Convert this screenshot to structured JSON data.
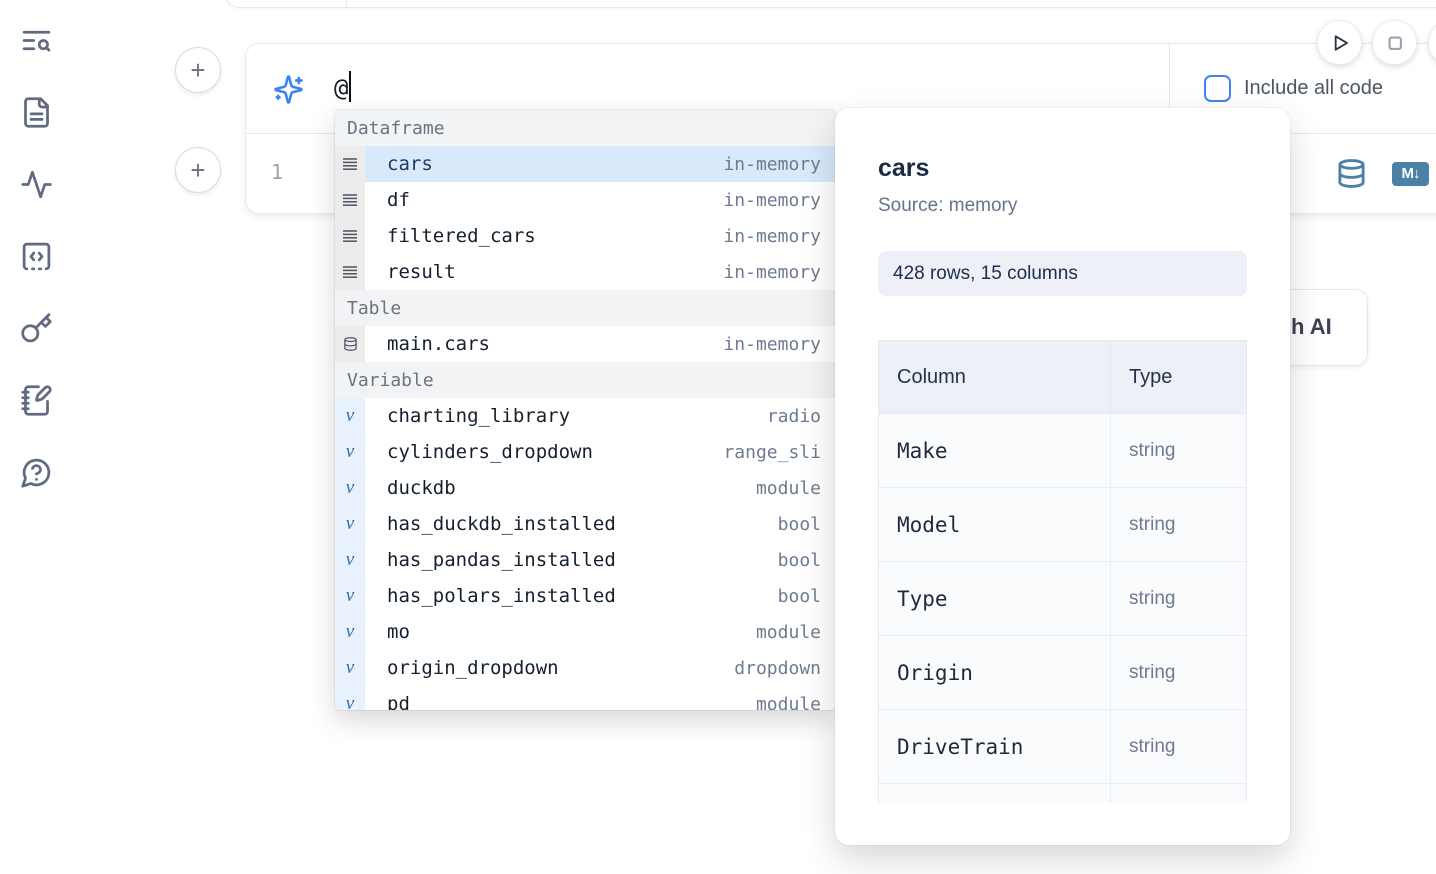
{
  "colors": {
    "accent_blue": "#3f83f8",
    "steel_blue": "#4d80a6",
    "sidebar_icon": "#5f6b81",
    "selected_row_bg": "#d8e9fb",
    "selected_row_text": "#1b3a66",
    "section_header_bg": "#f2f3f5",
    "pill_bg": "#edf1f7"
  },
  "sidebar": {
    "items": [
      {
        "icon": "text-search-icon"
      },
      {
        "icon": "file-text-icon"
      },
      {
        "icon": "activity-icon"
      },
      {
        "icon": "code-square-icon"
      },
      {
        "icon": "key-icon"
      },
      {
        "icon": "notebook-pen-icon"
      },
      {
        "icon": "help-bubble-icon"
      }
    ]
  },
  "add_cell": {
    "label": "+"
  },
  "run_controls": {
    "play_icon": "play-icon",
    "stop_icon": "stop-icon"
  },
  "prompt": {
    "value": "@",
    "include_all_code_label": "Include all code",
    "checkbox_checked": false
  },
  "editor": {
    "line_number": "1",
    "icons": [
      "database-icon",
      "markdown-icon"
    ],
    "markdown_badge_text": "M↓"
  },
  "generate_button": {
    "visible_label": "h AI"
  },
  "autocomplete": {
    "sections": [
      {
        "label": "Dataframe",
        "kind": "dataframe",
        "items": [
          {
            "name": "cars",
            "type": "in-memory",
            "selected": true
          },
          {
            "name": "df",
            "type": "in-memory",
            "selected": false
          },
          {
            "name": "filtered_cars",
            "type": "in-memory",
            "selected": false
          },
          {
            "name": "result",
            "type": "in-memory",
            "selected": false
          }
        ]
      },
      {
        "label": "Table",
        "kind": "table",
        "items": [
          {
            "name": "main.cars",
            "type": "in-memory",
            "selected": false
          }
        ]
      },
      {
        "label": "Variable",
        "kind": "variable",
        "items": [
          {
            "name": "charting_library",
            "type": "radio",
            "selected": false
          },
          {
            "name": "cylinders_dropdown",
            "type": "range_sli",
            "selected": false
          },
          {
            "name": "duckdb",
            "type": "module",
            "selected": false
          },
          {
            "name": "has_duckdb_installed",
            "type": "bool",
            "selected": false
          },
          {
            "name": "has_pandas_installed",
            "type": "bool",
            "selected": false
          },
          {
            "name": "has_polars_installed",
            "type": "bool",
            "selected": false
          },
          {
            "name": "mo",
            "type": "module",
            "selected": false
          },
          {
            "name": "origin_dropdown",
            "type": "dropdown",
            "selected": false
          },
          {
            "name": "pd",
            "type": "module",
            "selected": false,
            "partial": true
          }
        ]
      }
    ]
  },
  "detail_panel": {
    "title": "cars",
    "source": "Source: memory",
    "shape": "428 rows, 15 columns",
    "table": {
      "headers": [
        "Column",
        "Type"
      ],
      "rows": [
        [
          "Make",
          "string"
        ],
        [
          "Model",
          "string"
        ],
        [
          "Type",
          "string"
        ],
        [
          "Origin",
          "string"
        ],
        [
          "DriveTrain",
          "string"
        ]
      ],
      "partial_next_row": true
    }
  }
}
